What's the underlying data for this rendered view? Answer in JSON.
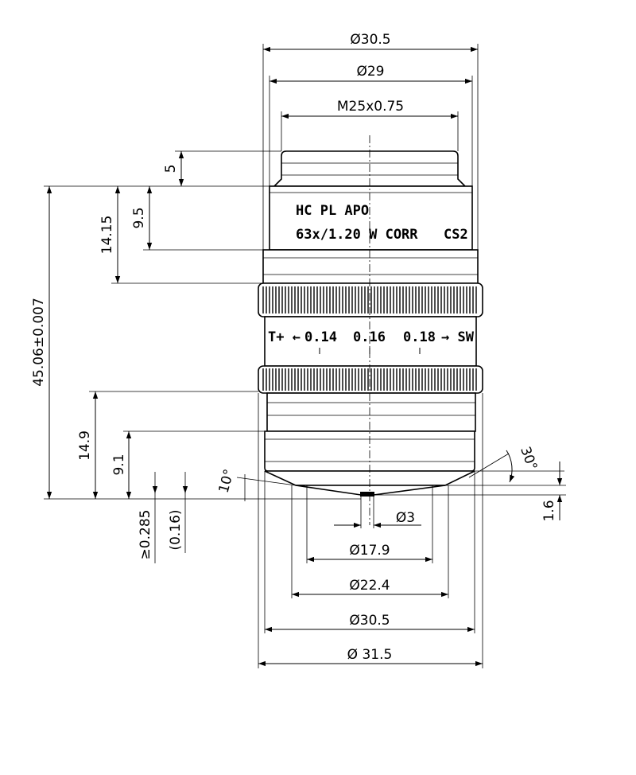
{
  "dimensions": {
    "top_outer_dia": "Ø30.5",
    "top_inner_dia": "Ø29",
    "thread": "M25x0.75",
    "thread_height": "5",
    "label_band_height": "9.5",
    "upper_body_height": "14.15",
    "total_length": "45.06±0.007",
    "lower_body_height": "14.9",
    "nose_height": "9.1",
    "tip_angle": "10°",
    "nose_angle": "30°",
    "tip_offset": "1.6",
    "working_distance": "≥0.285",
    "coverslip": "(0.16)",
    "front_lens_dia": "Ø3",
    "front_dia_1": "Ø17.9",
    "front_dia_2": "Ø22.4",
    "bottom_dia_1": "Ø30.5",
    "bottom_dia_2": "Ø 31.5"
  },
  "engraving": {
    "line1": "HC PL APO",
    "line2": "63x/1.20  W  CORR",
    "line2_suffix": "CS2"
  },
  "correction_collar": {
    "left_marker": "T+ ←",
    "value1": "0.14",
    "value2": "0.16",
    "value3": "0.18",
    "right_marker": "→ SW"
  }
}
